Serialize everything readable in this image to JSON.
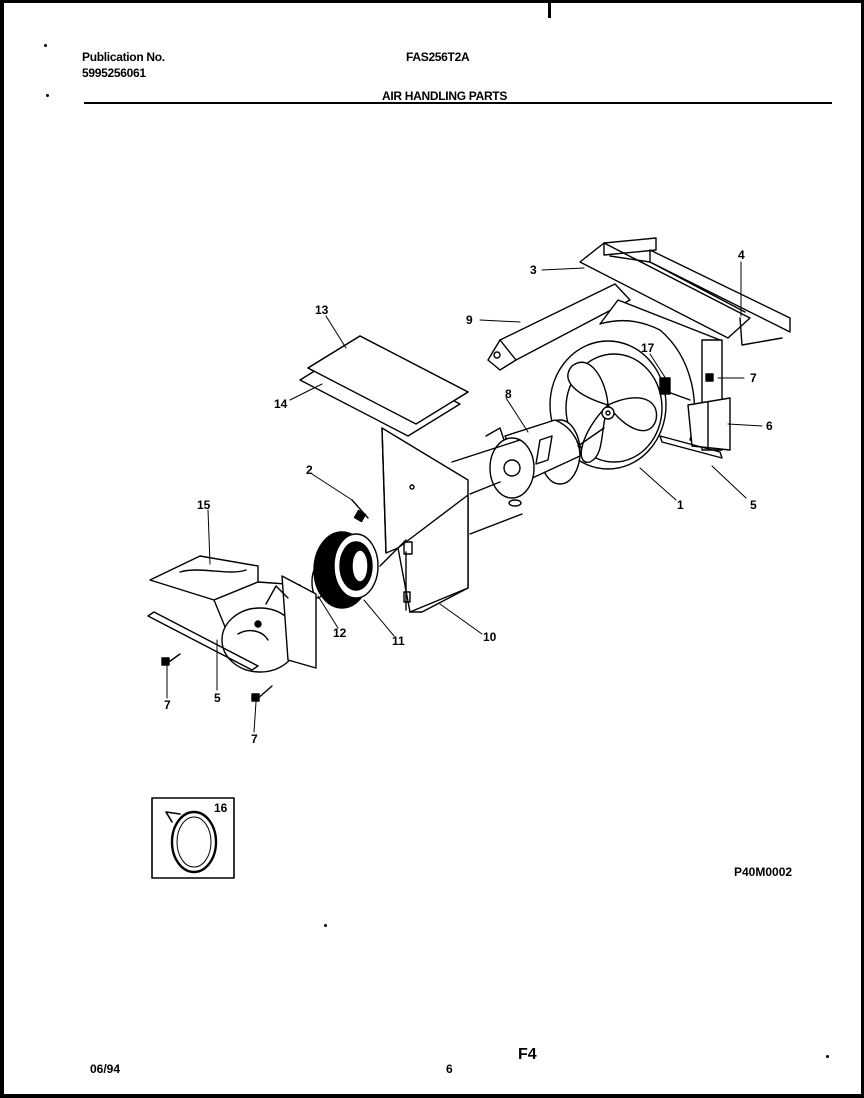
{
  "header": {
    "publication_label": "Publication No.",
    "publication_number": "5995256061",
    "model": "FAS256T2A",
    "section_title": "AIR HANDLING PARTS"
  },
  "diagram": {
    "drawing_code": "P40M0002",
    "callouts": [
      "1",
      "2",
      "3",
      "4",
      "5",
      "5",
      "6",
      "7",
      "7",
      "7",
      "8",
      "9",
      "10",
      "11",
      "12",
      "13",
      "14",
      "15",
      "16",
      "17"
    ]
  },
  "footer": {
    "date": "06/94",
    "page_number": "6",
    "section_code": "F4"
  }
}
